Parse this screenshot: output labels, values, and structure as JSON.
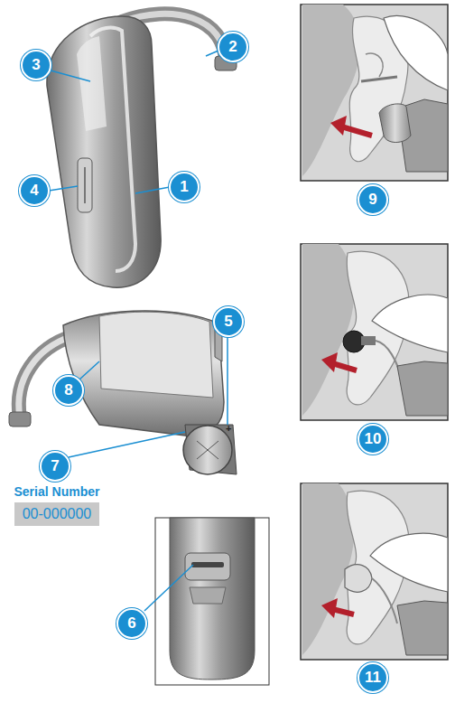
{
  "diagram": {
    "nodes": [
      {
        "text": [
          "Serial Number",
          "00-000000"
        ]
      }
    ],
    "labels": [
      "3",
      "2",
      "4",
      "1",
      "9",
      "5",
      "10",
      "8",
      "7",
      "6",
      "11"
    ]
  }
}
